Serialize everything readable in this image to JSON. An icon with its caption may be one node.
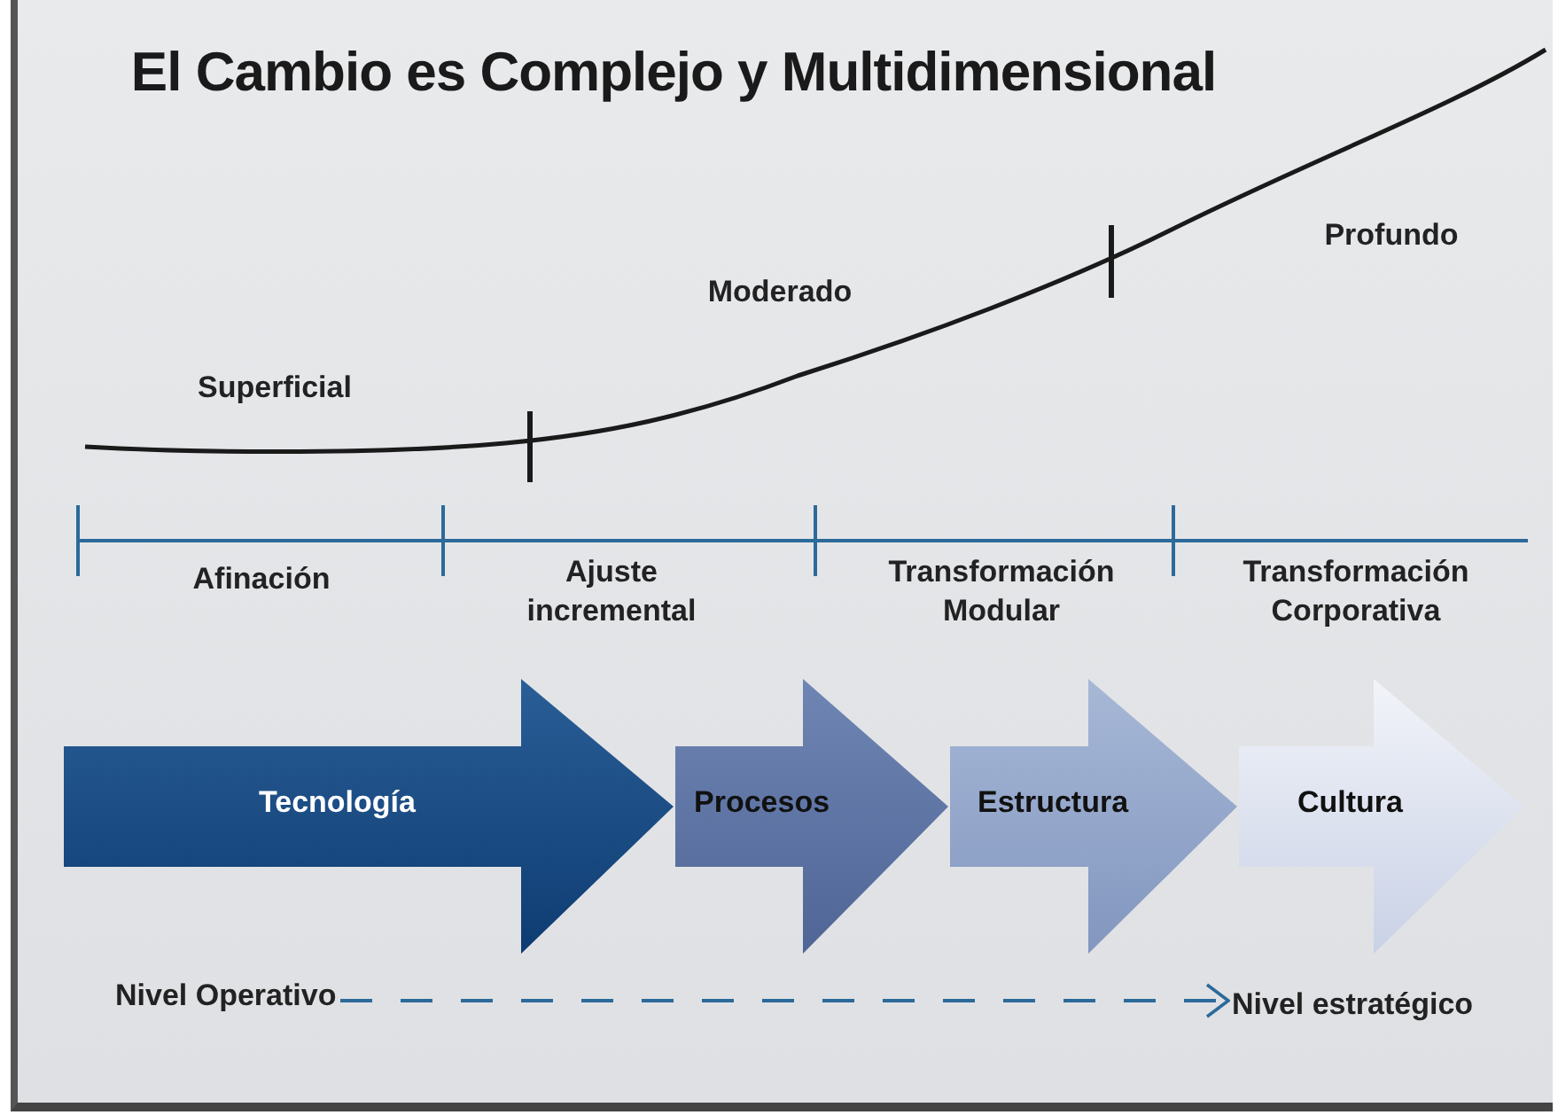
{
  "diagram": {
    "title": "El Cambio es Complejo y Multidimensional",
    "nodes": [
      {
        "text": [
          "Tecnología"
        ]
      },
      {
        "text": [
          "Procesos"
        ]
      },
      {
        "text": [
          "Estructura"
        ]
      },
      {
        "text": [
          "Cultura"
        ]
      },
      {
        "text": [
          "Nivel Operativo"
        ]
      },
      {
        "text": [
          "Nivel estratégico"
        ]
      }
    ],
    "edges": [
      {
        "from": 4,
        "to": 5,
        "arrow": "to",
        "style": "dashed"
      }
    ],
    "labels": [
      "Superficial",
      "Moderado",
      "Profundo",
      "Afinación",
      "Ajuste incremental",
      "Transformación Modular",
      "Transformación Corporativa"
    ]
  }
}
